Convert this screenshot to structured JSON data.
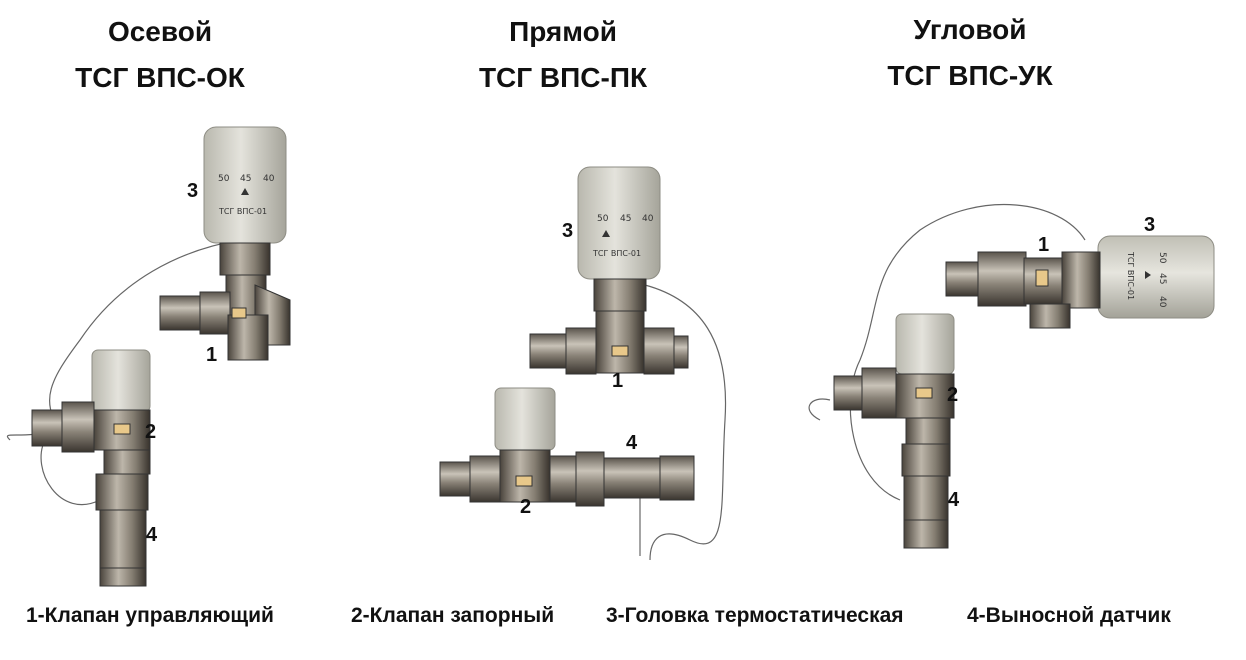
{
  "titles": [
    {
      "line1": "Осевой",
      "line2": "ТСГ ВПС-ОК"
    },
    {
      "line1": "Прямой",
      "line2": "ТСГ ВПС-ПК"
    },
    {
      "line1": "Угловой",
      "line2": "ТСГ ВПС-УК"
    }
  ],
  "head_scale": {
    "n50": "50",
    "n45": "45",
    "n40": "40",
    "marking": "ТСГ ВПС-01"
  },
  "callouts": {
    "c1": "1",
    "c2": "2",
    "c3": "3",
    "c4": "4"
  },
  "legend": {
    "item1": "1-Клапан  управляющий",
    "item2": "2-Клапан запорный",
    "item3": "3-Головка термостатическая",
    "item4": "4-Выносной  датчик"
  }
}
